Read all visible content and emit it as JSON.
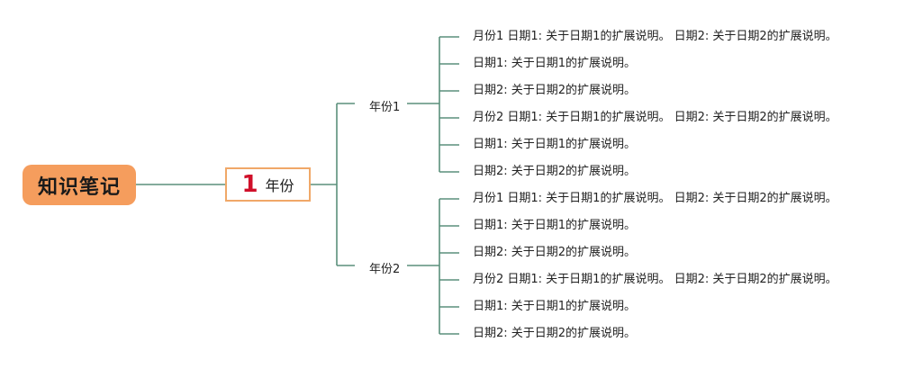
{
  "root": {
    "label": "知识笔记"
  },
  "year_node": {
    "number": "1",
    "label": "年份"
  },
  "branches": [
    {
      "label": "年份1",
      "leaves": [
        "月份1 日期1: 关于日期1的扩展说明。 日期2: 关于日期2的扩展说明。",
        "日期1: 关于日期1的扩展说明。",
        "日期2: 关于日期2的扩展说明。",
        "月份2 日期1: 关于日期1的扩展说明。 日期2: 关于日期2的扩展说明。",
        "日期1: 关于日期1的扩展说明。",
        "日期2: 关于日期2的扩展说明。"
      ]
    },
    {
      "label": "年份2",
      "leaves": [
        "月份1 日期1: 关于日期1的扩展说明。 日期2: 关于日期2的扩展说明。",
        "日期1: 关于日期1的扩展说明。",
        "日期2: 关于日期2的扩展说明。",
        "月份2 日期1: 关于日期1的扩展说明。 日期2: 关于日期2的扩展说明。",
        "日期1: 关于日期1的扩展说明。",
        "日期2: 关于日期2的扩展说明。"
      ]
    }
  ],
  "colors": {
    "root_fill": "#f59d5d",
    "year_border": "#f0a868",
    "year_number": "#d0102a",
    "connector": "#5a8f7b"
  }
}
